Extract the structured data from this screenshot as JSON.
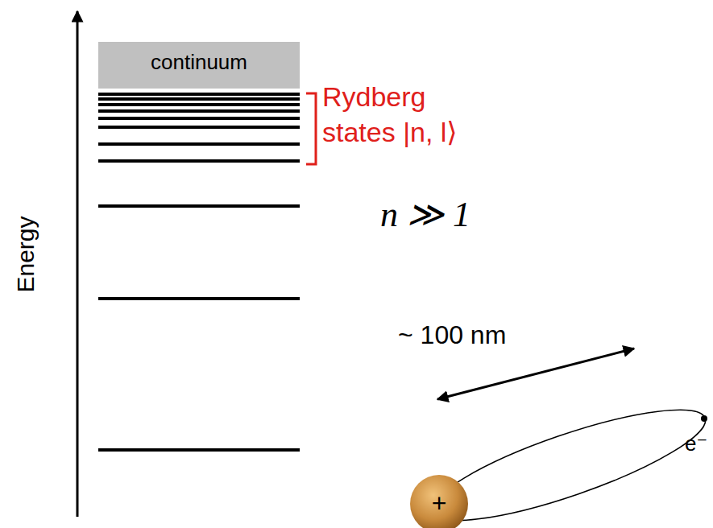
{
  "diagram": {
    "nodes": [
      {
        "text": [
          "continuum"
        ]
      },
      {
        "text": [
          "+"
        ]
      }
    ],
    "labels": [
      "Energy",
      "Rydberg states |n, l⟩",
      "n ≫ 1",
      "~ 100 nm",
      "e⁻"
    ]
  }
}
